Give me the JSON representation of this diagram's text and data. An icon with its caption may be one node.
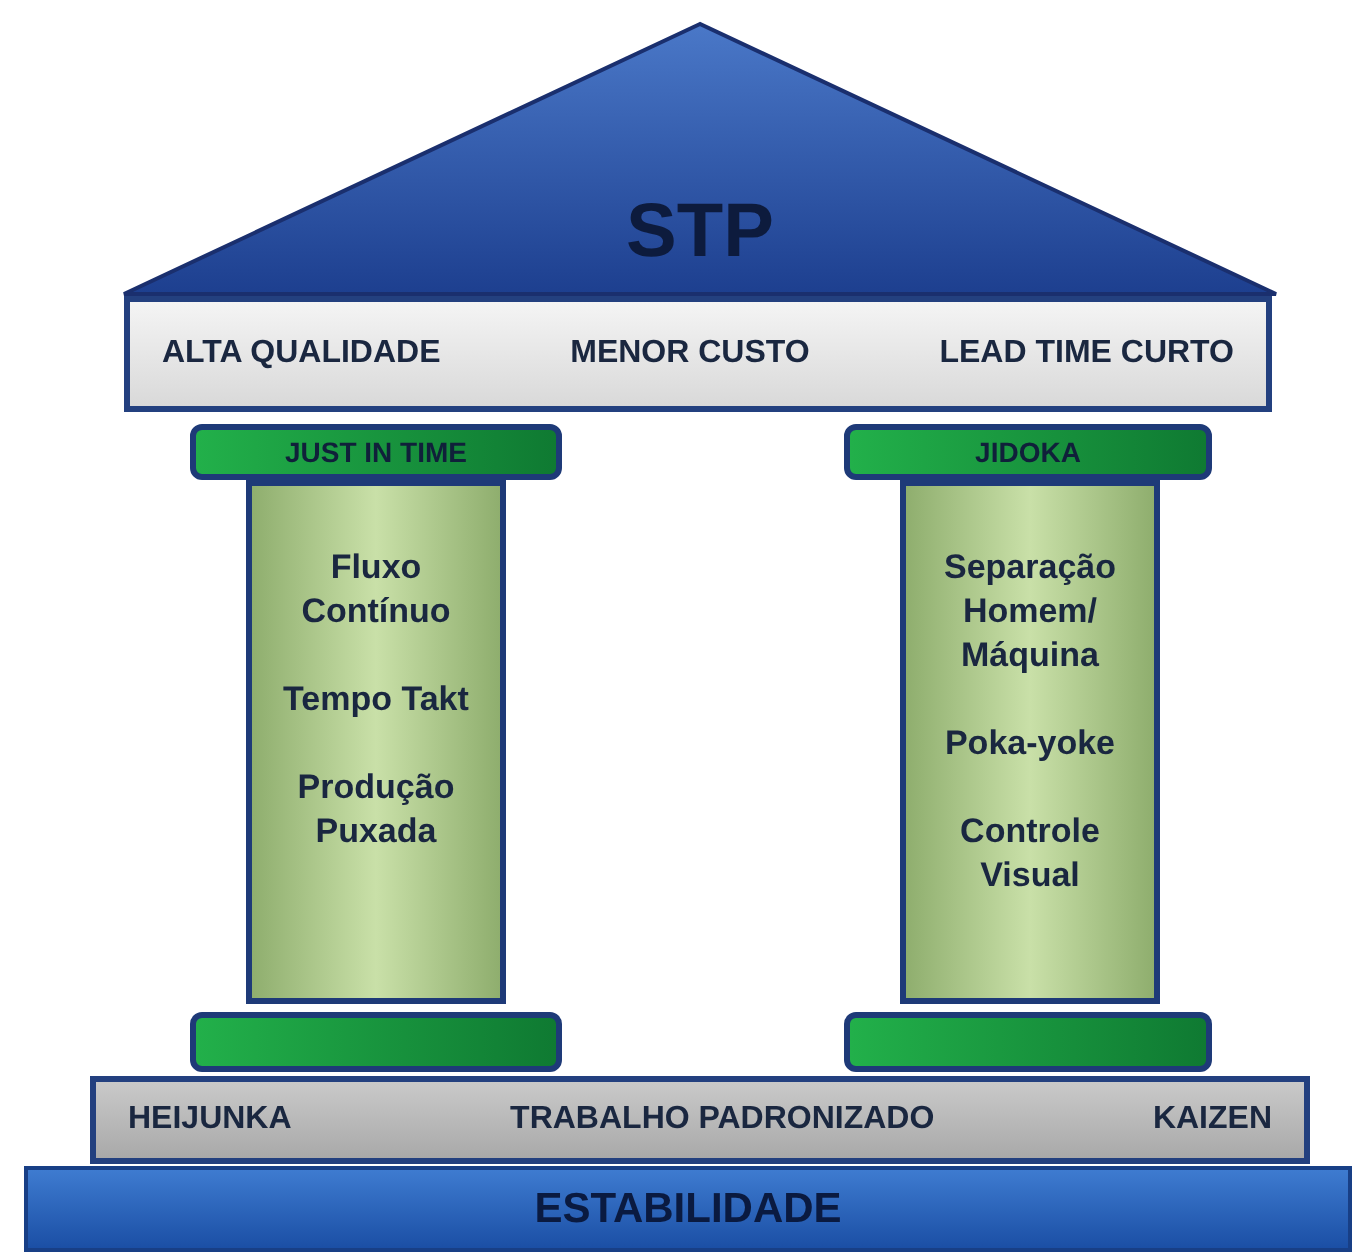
{
  "diagram": {
    "nodes": [
      {
        "text": [
          "STP"
        ]
      },
      {
        "text": [
          "ALTA QUALIDADE",
          "MENOR CUSTO",
          "LEAD TIME CURTO"
        ]
      },
      {
        "text": [
          "JUST IN TIME"
        ]
      },
      {
        "text": [
          "JIDOKA"
        ]
      },
      {
        "text": [
          "Fluxo Contínuo",
          "Tempo Takt",
          "Produção Puxada"
        ]
      },
      {
        "text": [
          "Separação Homem/ Máquina",
          "Poka-yoke",
          "Controle Visual"
        ]
      },
      {
        "text": [],
        "shape": "bar"
      },
      {
        "text": [],
        "shape": "bar"
      },
      {
        "text": [
          "HEIJUNKA",
          "TRABALHO PADRONIZADO",
          "KAIZEN"
        ]
      },
      {
        "text": [
          "ESTABILIDADE"
        ]
      }
    ]
  }
}
